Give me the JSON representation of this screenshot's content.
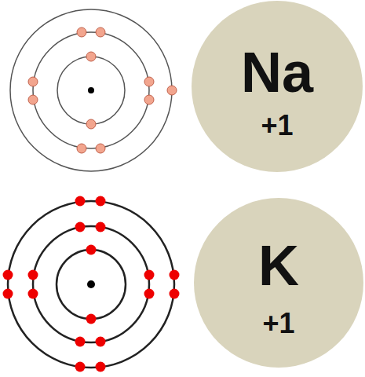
{
  "diagram": {
    "nodes": [
      {
        "text": [
          "Na",
          "+1"
        ]
      },
      {
        "text": [
          "K",
          "+1"
        ]
      }
    ]
  }
}
